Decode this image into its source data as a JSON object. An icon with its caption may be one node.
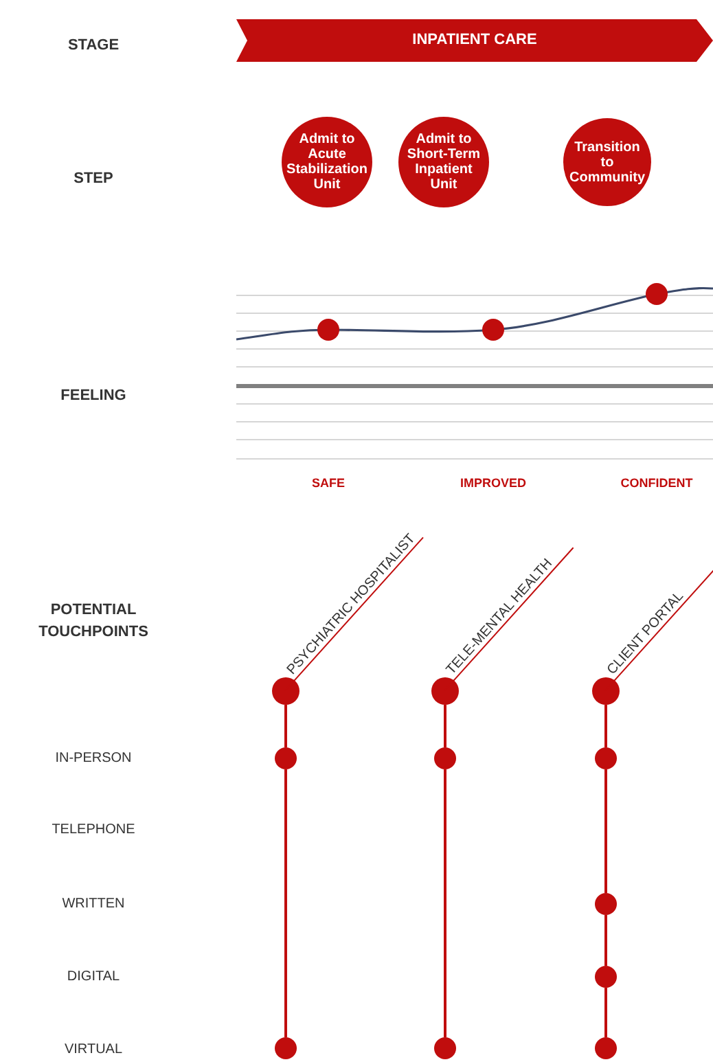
{
  "diagram": {
    "nodes": [
      {
        "text": [
          "INPATIENT CARE"
        ]
      },
      {
        "text": [
          "Admit to Acute Stabilization Unit"
        ]
      },
      {
        "text": [
          "Admit to Short-Term Inpatient Unit"
        ]
      },
      {
        "text": [
          "Transition to Community"
        ]
      },
      {
        "text": [
          "PSYCHIATRIC HOSPITALIST"
        ]
      },
      {
        "text": [
          "TELE-MENTAL HEALTH"
        ]
      },
      {
        "text": [
          "CLIENT PORTAL"
        ]
      },
      {
        "text": [],
        "shape": "circle"
      },
      {
        "text": [],
        "shape": "circle"
      },
      {
        "text": [],
        "shape": "circle"
      },
      {
        "text": [],
        "shape": "circle"
      },
      {
        "text": [],
        "shape": "circle"
      },
      {
        "text": [],
        "shape": "circle"
      },
      {
        "text": [],
        "shape": "circle"
      },
      {
        "text": [],
        "shape": "circle"
      }
    ],
    "edges": [
      {
        "from": 4,
        "to": 7,
        "arrow": "none"
      },
      {
        "from": 7,
        "to": 12,
        "arrow": "none"
      },
      {
        "from": 5,
        "to": 8,
        "arrow": "none"
      },
      {
        "from": 8,
        "to": 13,
        "arrow": "none"
      },
      {
        "from": 6,
        "to": 9,
        "arrow": "none"
      },
      {
        "from": 9,
        "to": 10,
        "arrow": "none"
      },
      {
        "from": 10,
        "to": 11,
        "arrow": "none"
      },
      {
        "from": 11,
        "to": 14,
        "arrow": "none"
      }
    ],
    "labels": [
      "STAGE",
      "STEP",
      "FEELING",
      "SAFE",
      "IMPROVED",
      "CONFIDENT",
      "POTENTIAL TOUCHPOINTS",
      "IN-PERSON",
      "TELEPHONE",
      "WRITTEN",
      "DIGITAL",
      "VIRTUAL"
    ]
  }
}
